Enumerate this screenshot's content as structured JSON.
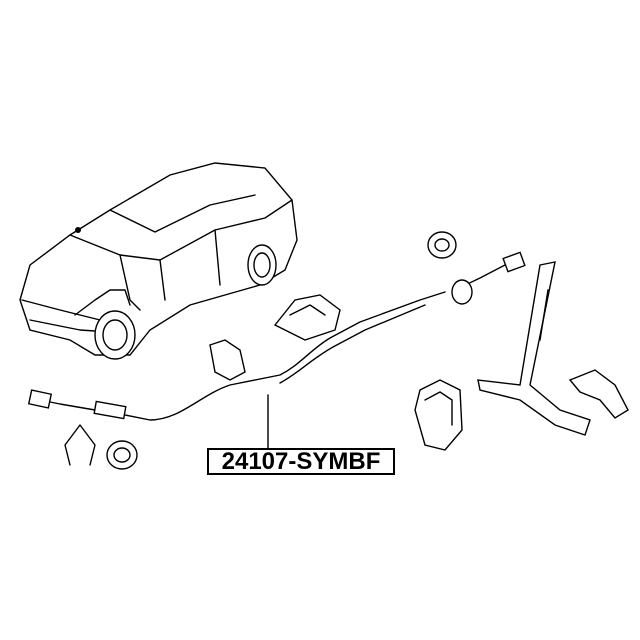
{
  "diagram": {
    "part_number": "24107-SYMBF",
    "components": [
      "car-illustration",
      "clutch-cable",
      "clips",
      "grommets",
      "pedal-assembly",
      "bracket",
      "handle-part",
      "spring-clip"
    ]
  }
}
